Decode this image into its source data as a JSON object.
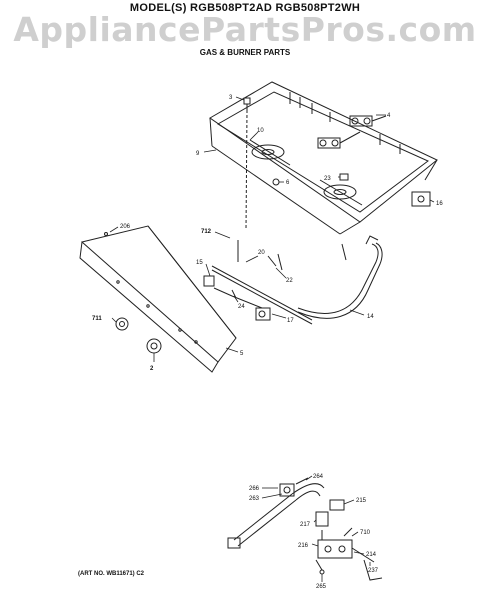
{
  "header": {
    "title": "MODEL(S) RGB508PT2AD  RGB508PT2WH",
    "watermark": "AppliancePartsPros.com",
    "subtitle": "GAS & BURNER PARTS"
  },
  "footer": {
    "art_number": "(ART NO. WB11671) C2"
  },
  "callouts": [
    "3",
    "4",
    "10",
    "9",
    "6",
    "23",
    "16",
    "206",
    "712",
    "20",
    "15",
    "22",
    "24",
    "17",
    "14",
    "711",
    "5",
    "2",
    "264",
    "266",
    "263",
    "215",
    "217",
    "710",
    "216",
    "214",
    "237",
    "265"
  ]
}
